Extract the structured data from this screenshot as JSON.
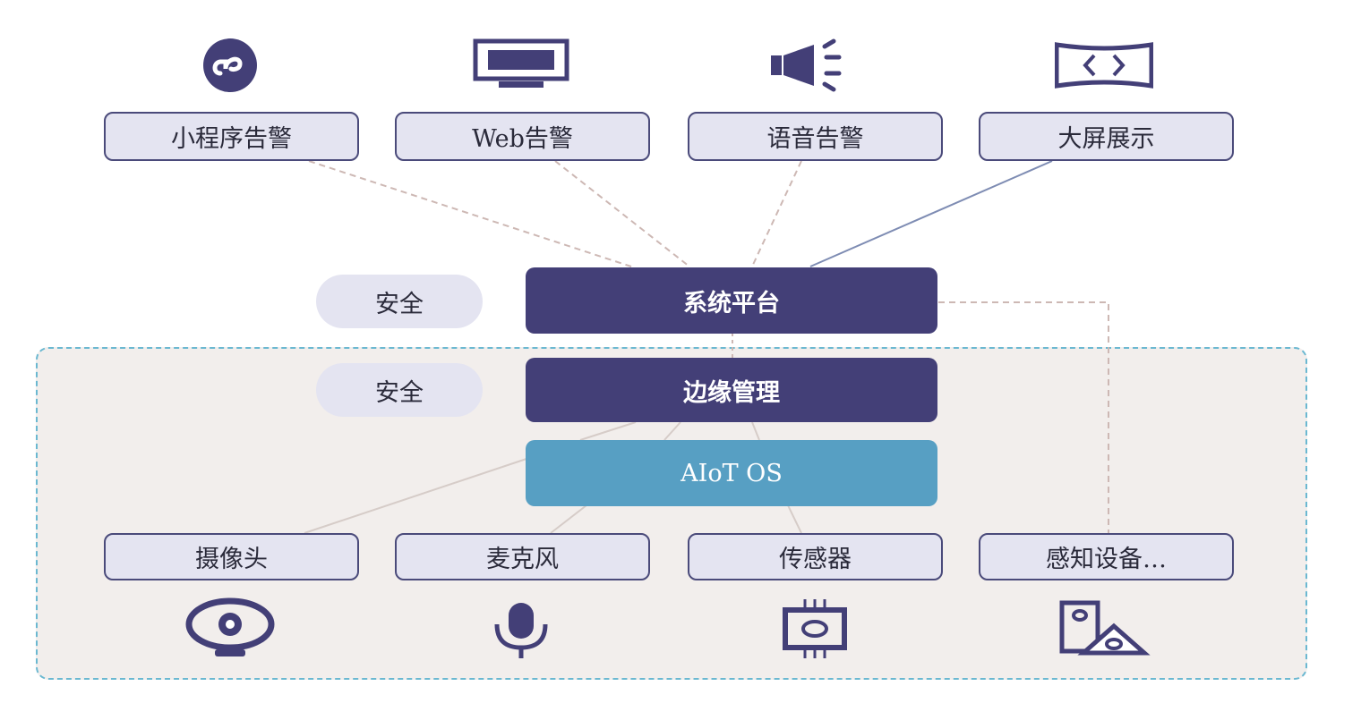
{
  "colors": {
    "dark_navy": "#433f77",
    "aiot_blue": "#579fc3",
    "box_fill": "#e4e4f1",
    "box_border": "#4a4a7a",
    "zone_fill": "#f2eeec",
    "zone_border": "#6bb8d1",
    "dashed_link": "#cdb8b4",
    "solid_link": "#7e8cb3"
  },
  "outputs": [
    {
      "label": "小程序告警",
      "icon": "mini-program-icon"
    },
    {
      "label": "Web告警",
      "icon": "monitor-icon"
    },
    {
      "label": "语音告警",
      "icon": "speaker-icon"
    },
    {
      "label": "大屏展示",
      "icon": "big-screen-icon"
    }
  ],
  "platform": {
    "label": "系统平台",
    "security": "安全"
  },
  "edge": {
    "label": "边缘管理",
    "security": "安全"
  },
  "os": {
    "label": "AIoT OS"
  },
  "devices": [
    {
      "label": "摄像头",
      "icon": "camera-icon"
    },
    {
      "label": "麦克风",
      "icon": "microphone-icon"
    },
    {
      "label": "传感器",
      "icon": "sensor-chip-icon"
    },
    {
      "label": "感知设备…",
      "icon": "perception-device-icon"
    }
  ]
}
